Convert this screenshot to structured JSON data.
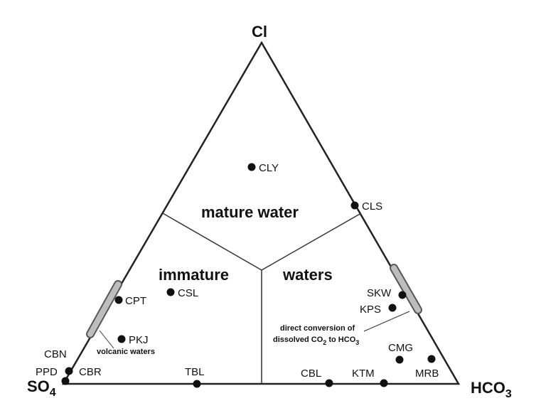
{
  "vertices": {
    "top": "Cl",
    "left": "SO",
    "left_sub": "4",
    "right": "HCO",
    "right_sub": "3"
  },
  "regions": {
    "mature": "mature water",
    "immature": "immature",
    "waters": "waters"
  },
  "annotations": {
    "volcanic": "volcanic waters",
    "conversion_line1": "direct conversion of",
    "conversion_line2_a": "dissolved CO",
    "conversion_line2_sub1": "2",
    "conversion_line2_b": " to HCO",
    "conversion_line2_sub2": "3"
  },
  "samples": [
    {
      "id": "CLY",
      "label": "CLY"
    },
    {
      "id": "CLS",
      "label": "CLS"
    },
    {
      "id": "CSL",
      "label": "CSL"
    },
    {
      "id": "CPT",
      "label": "CPT"
    },
    {
      "id": "PKJ",
      "label": "PKJ"
    },
    {
      "id": "CBN",
      "label": "CBN"
    },
    {
      "id": "PPD",
      "label": "PPD"
    },
    {
      "id": "CBR",
      "label": "CBR"
    },
    {
      "id": "TBL",
      "label": "TBL"
    },
    {
      "id": "CBL",
      "label": "CBL"
    },
    {
      "id": "KTM",
      "label": "KTM"
    },
    {
      "id": "SKW",
      "label": "SKW"
    },
    {
      "id": "KPS",
      "label": "KPS"
    },
    {
      "id": "CMG",
      "label": "CMG"
    },
    {
      "id": "MRB",
      "label": "MRB"
    }
  ]
}
